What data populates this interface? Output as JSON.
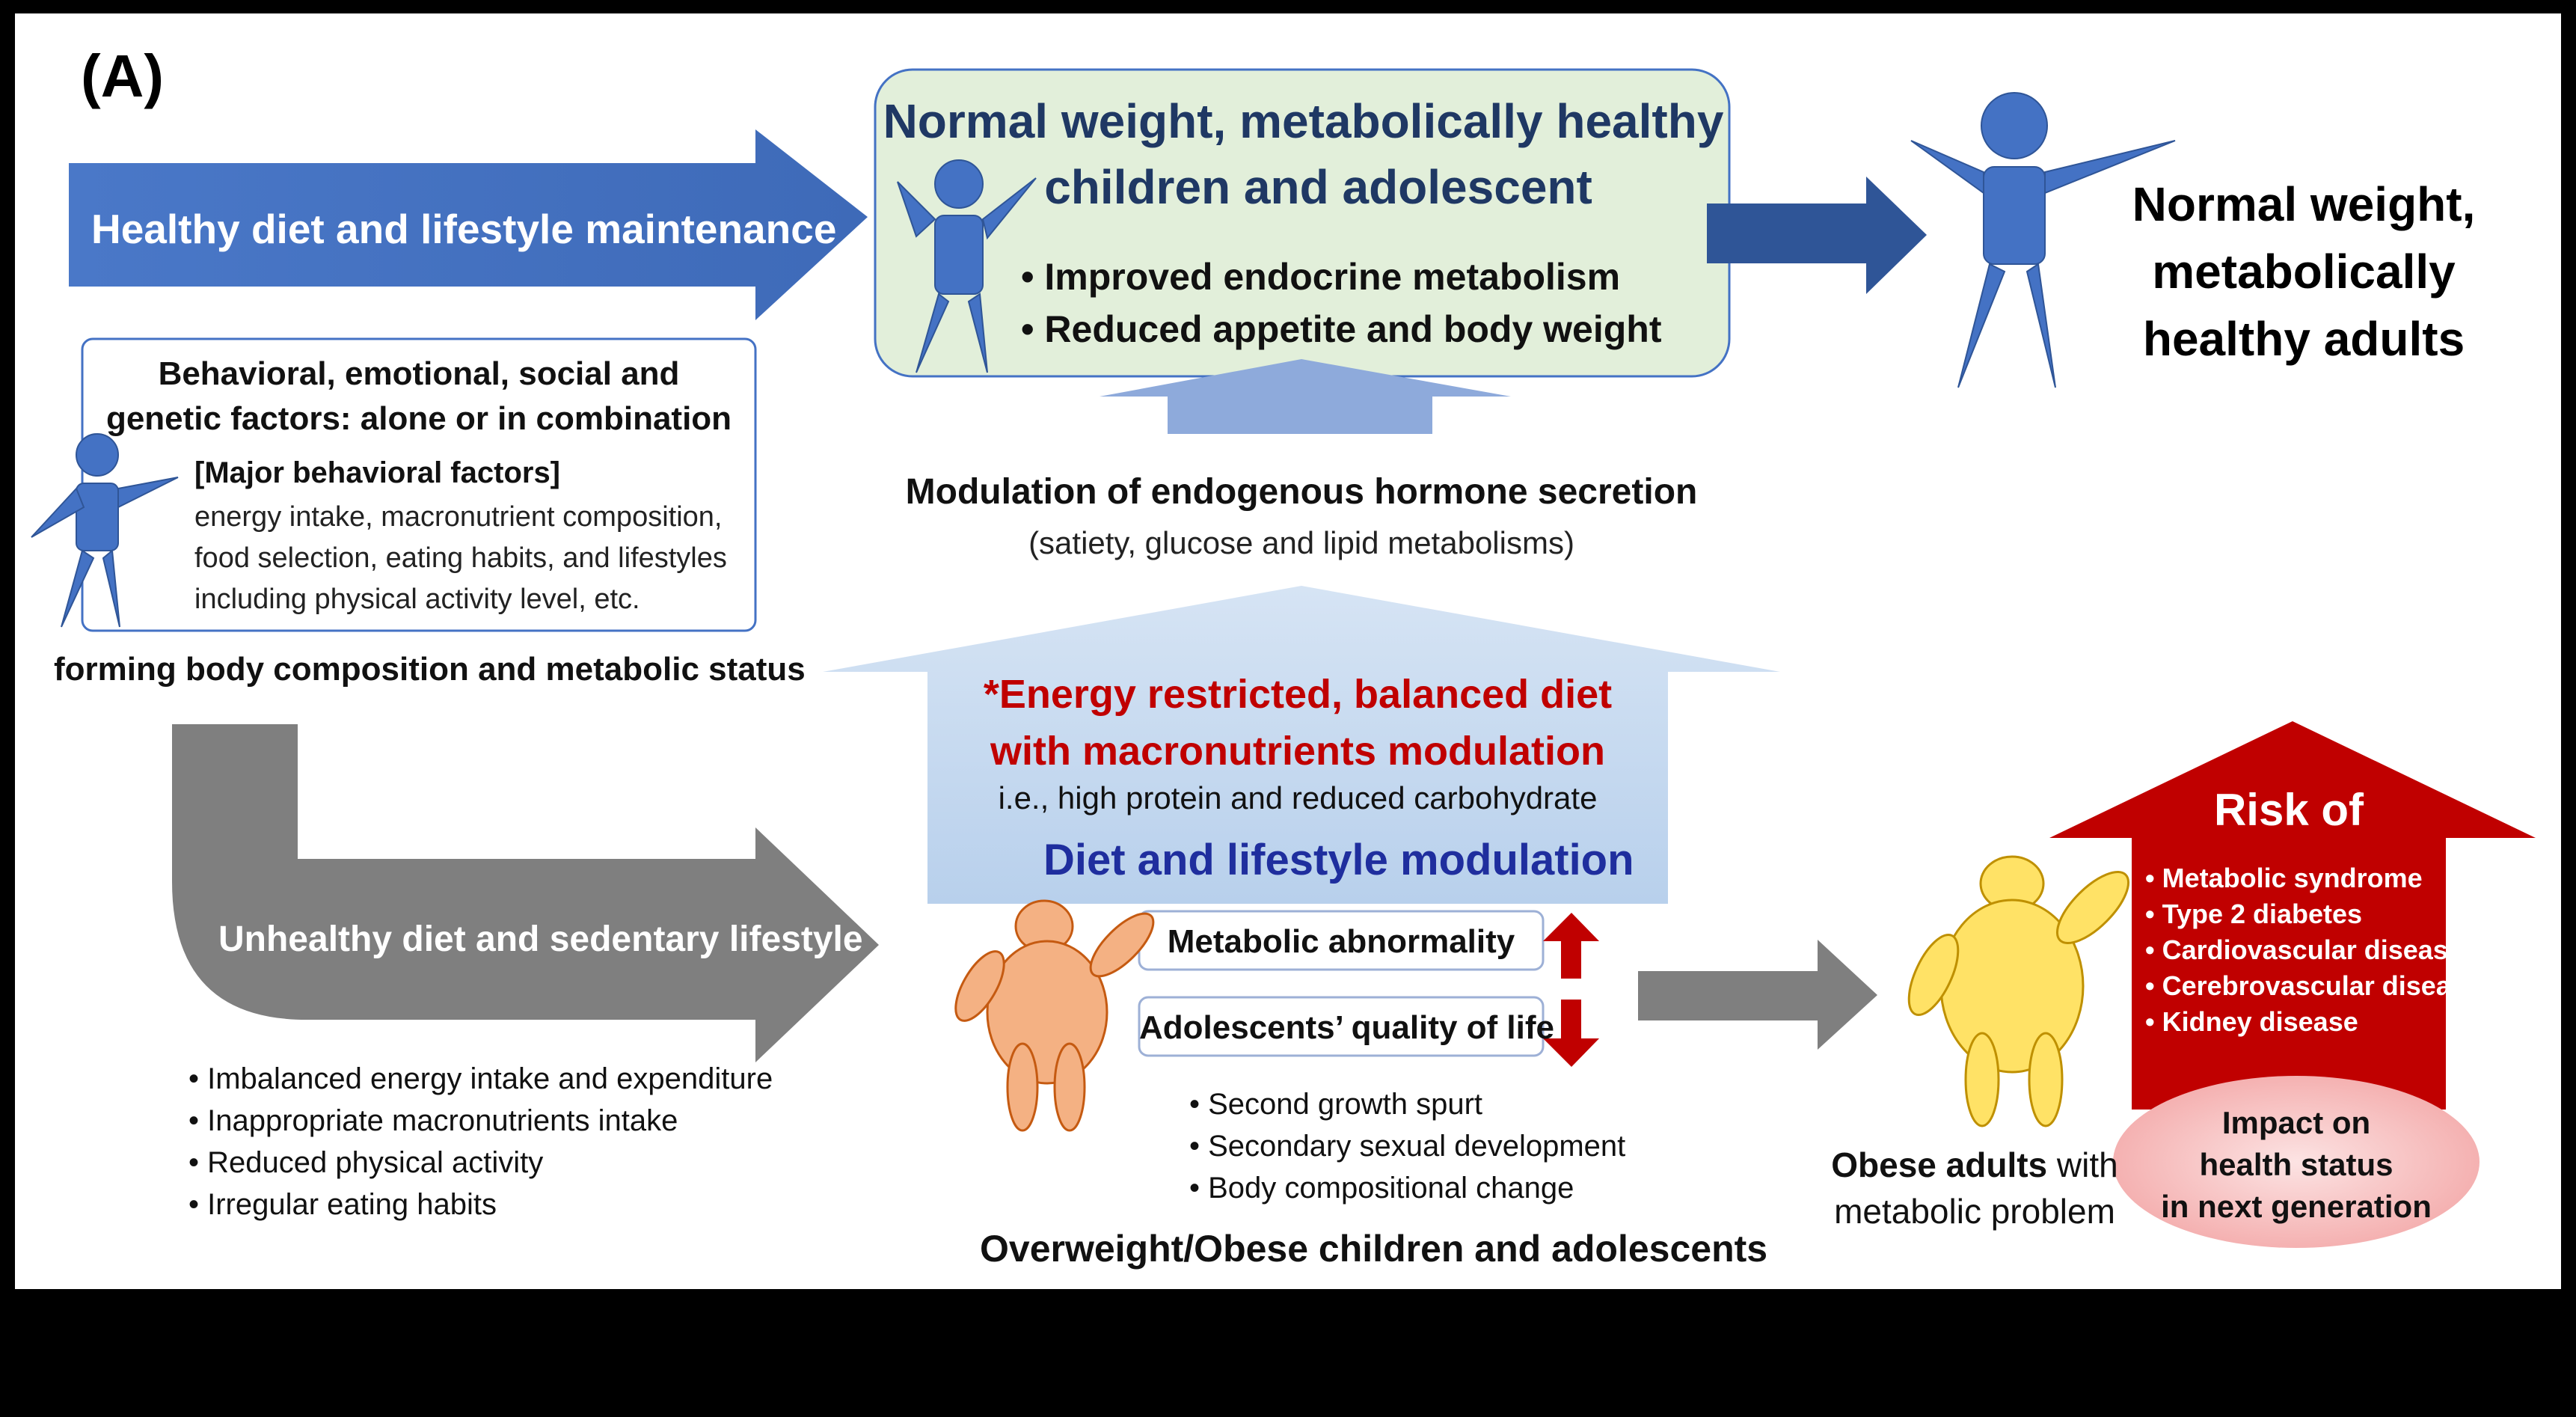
{
  "panel_label": "(A)",
  "healthy_arrow_label": "Healthy diet and lifestyle maintenance",
  "normal_box": {
    "title_lines": [
      "Normal weight, metabolically healthy",
      "children and adolescent"
    ],
    "bullets": [
      "Improved endocrine metabolism",
      "Reduced appetite and body weight"
    ]
  },
  "adult_healthy_lines": [
    "Normal weight,",
    "metabolically",
    "healthy adults"
  ],
  "factors_box": {
    "title_lines": [
      "Behavioral, emotional, social and",
      "genetic factors: alone or in combination"
    ],
    "subtitle": "[Major behavioral factors]",
    "body_lines": [
      "energy intake, macronutrient composition,",
      "food  selection, eating habits, and lifestyles",
      "including  physical activity level, etc."
    ]
  },
  "forming_label": "forming body composition and metabolic status",
  "modulation": {
    "title": "Modulation of endogenous hormone secretion",
    "subtitle": "(satiety, glucose and lipid metabolisms)"
  },
  "diet_arrow": {
    "red_lines": [
      "*Energy restricted, balanced diet",
      "with macronutrients modulation"
    ],
    "example": "i.e., high protein and reduced carbohydrate",
    "title": "Diet and lifestyle modulation"
  },
  "unhealthy_arrow_label": "Unhealthy diet and sedentary lifestyle",
  "unhealthy_bullets": [
    "Imbalanced energy intake and expenditure",
    "Inappropriate macronutrients intake",
    "Reduced physical activity",
    "Irregular eating habits"
  ],
  "metabolic_abnormality": "Metabolic abnormality",
  "quality_of_life": "Adolescents’ quality of life",
  "adolescent_bullets": [
    "Second growth spurt",
    "Secondary sexual development",
    "Body compositional change"
  ],
  "overweight_label": "Overweight/Obese children and adolescents",
  "obese_adults": {
    "bold": "Obese adults",
    "rest": " with",
    "line2": "metabolic problem"
  },
  "risk": {
    "title": "Risk of",
    "items": [
      "Metabolic syndrome",
      "Type 2 diabetes",
      "Cardiovascular disease",
      "Cerebrovascular disease",
      "Kidney disease"
    ]
  },
  "impact_lines": [
    "Impact on",
    "health status",
    "in next generation"
  ],
  "colors": {
    "blue_arrow": "#4472C4",
    "navy_arrow": "#2F5597",
    "light_blue": "#BDD7EE",
    "figure_blue": "#4472C4",
    "gray_arrow": "#7F7F7F",
    "red": "#C00000",
    "green_box": "#E2EFDA",
    "dark_blue_text": "#1F3864",
    "obese_child": "#F4B183",
    "obese_adult": "#FFE266",
    "pink_ellipse": "#F8C6C6"
  },
  "icons": [
    "person-figure-icon",
    "up-arrow-icon",
    "down-arrow-icon"
  ]
}
